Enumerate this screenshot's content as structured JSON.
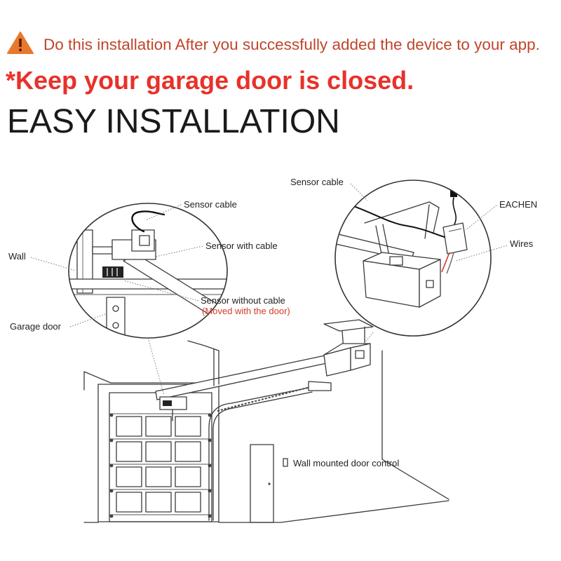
{
  "notice": {
    "icon": "warning-icon",
    "text": "Do this installation After you successfully added the device to your app."
  },
  "warning_line": "*Keep your garage door is closed.",
  "title": "EASY INSTALLATION",
  "diagram": {
    "labels": {
      "sensor_cable_left": "Sensor cable",
      "sensor_with_cable": "Sensor with cable",
      "wall": "Wall",
      "sensor_without_cable": "Sensor without cable",
      "moved_with_door": "(Moved with the door)",
      "garage_door": "Garage door",
      "sensor_cable_right": "Sensor cable",
      "eachen": "EACHEN",
      "wires": "Wires",
      "wall_control": "Wall mounted door control"
    }
  },
  "colors": {
    "notice": "#c0452b",
    "warning": "#e8312a",
    "icon": "#e8792b",
    "line": "#3a3a3a",
    "note": "#d43a2a"
  }
}
